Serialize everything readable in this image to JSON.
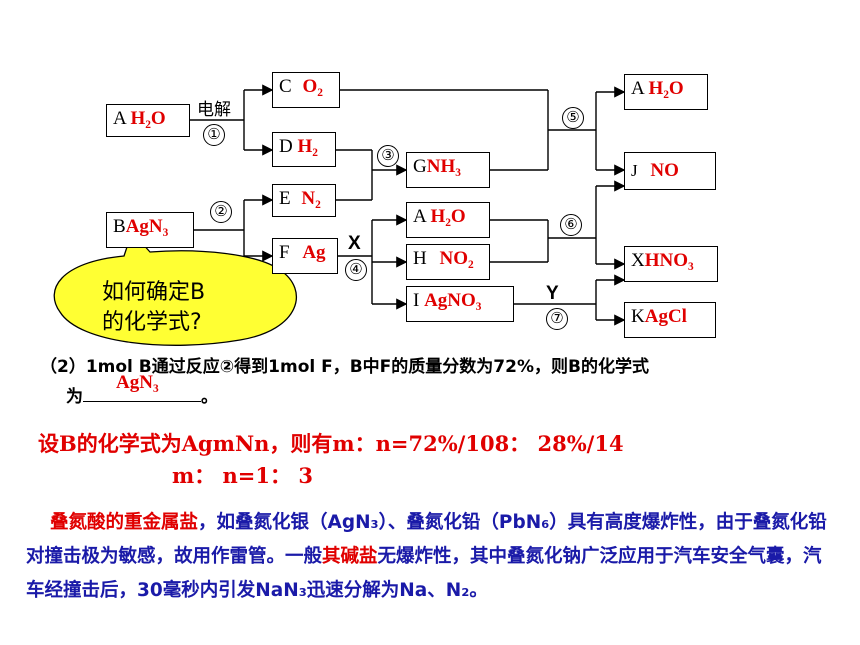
{
  "nodes": {
    "A1": {
      "letter": "A",
      "formula": "H₂O"
    },
    "C": {
      "letter": "C",
      "formula": "O₂"
    },
    "D": {
      "letter": "D",
      "formula": "H₂"
    },
    "B": {
      "letter": "B",
      "formula": "AgN₃"
    },
    "E": {
      "letter": "E",
      "formula": "N₂"
    },
    "F": {
      "letter": "F",
      "formula": "Ag"
    },
    "G": {
      "letter": "G",
      "formula": "NH₃"
    },
    "A2": {
      "letter": "A",
      "formula": "H₂O"
    },
    "H": {
      "letter": "H",
      "formula": "NO₂"
    },
    "I": {
      "letter": "I",
      "formula": "AgNO₃"
    },
    "A3": {
      "letter": "A",
      "formula": "H₂O"
    },
    "J": {
      "letter": "J",
      "formula": "NO"
    },
    "X": {
      "letter": "X",
      "formula": "HNO₃"
    },
    "K": {
      "letter": "K",
      "formula": "AgCl"
    }
  },
  "reaction_labels": {
    "electrolysis": "电解",
    "r1": "①",
    "r2": "②",
    "r3": "③",
    "r4": "④",
    "r5": "⑤",
    "r6": "⑥",
    "r7": "⑦",
    "x": "X",
    "y": "Y"
  },
  "bubble": {
    "line1": "如何确定B",
    "line2": "的化学式?"
  },
  "question": {
    "line1": "（2）1mol B通过反应②得到1mol F，B中F的质量分数为72%，则B的化学式",
    "line2_prefix": "为",
    "line2_suffix": "。",
    "answer": "AgN₃"
  },
  "calculation": {
    "line1": "设B的化学式为AgmNn，则有m：n=72%/108： 28%/14",
    "line2": "m： n=1： 3"
  },
  "paragraph": {
    "seg1": "叠氮酸的重金属盐",
    "seg2": "，如叠氮化银（AgN₃）、叠氮化铅（PbN₆）具有高度爆炸性，由于叠氮化铅对撞击极为敏感，故用作雷管。一般",
    "seg3": "其碱盐",
    "seg4": "无爆炸性，其中叠氮化钠广泛应用于汽车安全气囊，汽车经撞击后，30毫秒内引发NaN₃迅速分解为Na、N₂。"
  },
  "colors": {
    "accent": "#e00000",
    "paragraph_text": "#1a1aa8",
    "bubble_fill": "#ffff33"
  }
}
